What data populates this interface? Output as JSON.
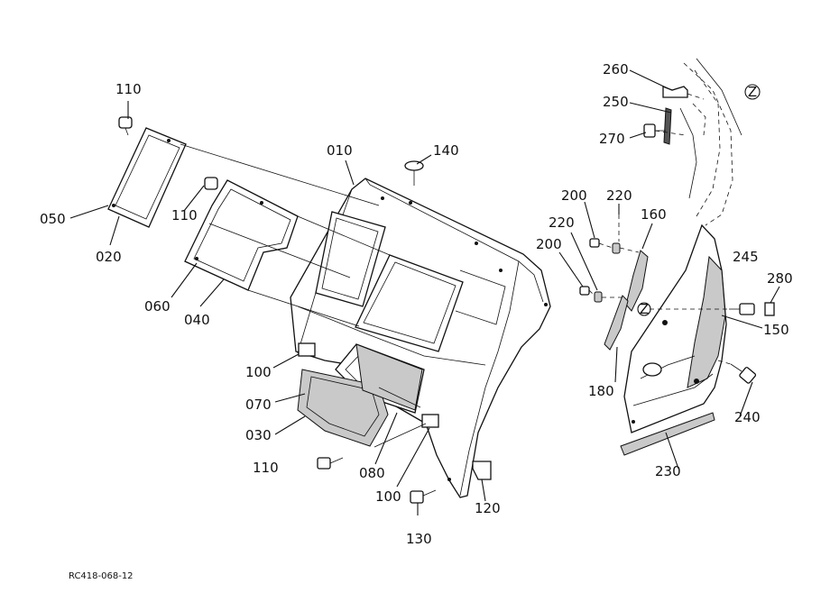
{
  "diagram": {
    "drawing_code": "RC418-068-12",
    "zone_marker": "Z",
    "callouts": [
      {
        "id": "110a",
        "text": "110"
      },
      {
        "id": "050",
        "text": "050"
      },
      {
        "id": "020",
        "text": "020"
      },
      {
        "id": "110b",
        "text": "110"
      },
      {
        "id": "060",
        "text": "060"
      },
      {
        "id": "040",
        "text": "040"
      },
      {
        "id": "010",
        "text": "010"
      },
      {
        "id": "140",
        "text": "140"
      },
      {
        "id": "100a",
        "text": "100"
      },
      {
        "id": "070",
        "text": "070"
      },
      {
        "id": "030",
        "text": "030"
      },
      {
        "id": "110c",
        "text": "110"
      },
      {
        "id": "080",
        "text": "080"
      },
      {
        "id": "100b",
        "text": "100"
      },
      {
        "id": "130",
        "text": "130"
      },
      {
        "id": "120",
        "text": "120"
      },
      {
        "id": "260",
        "text": "260"
      },
      {
        "id": "250",
        "text": "250"
      },
      {
        "id": "270",
        "text": "270"
      },
      {
        "id": "200a",
        "text": "200"
      },
      {
        "id": "220a",
        "text": "220"
      },
      {
        "id": "220b",
        "text": "220"
      },
      {
        "id": "160",
        "text": "160"
      },
      {
        "id": "200b",
        "text": "200"
      },
      {
        "id": "245",
        "text": "245"
      },
      {
        "id": "280",
        "text": "280"
      },
      {
        "id": "150",
        "text": "150"
      },
      {
        "id": "180",
        "text": "180"
      },
      {
        "id": "240",
        "text": "240"
      },
      {
        "id": "230",
        "text": "230"
      }
    ]
  }
}
